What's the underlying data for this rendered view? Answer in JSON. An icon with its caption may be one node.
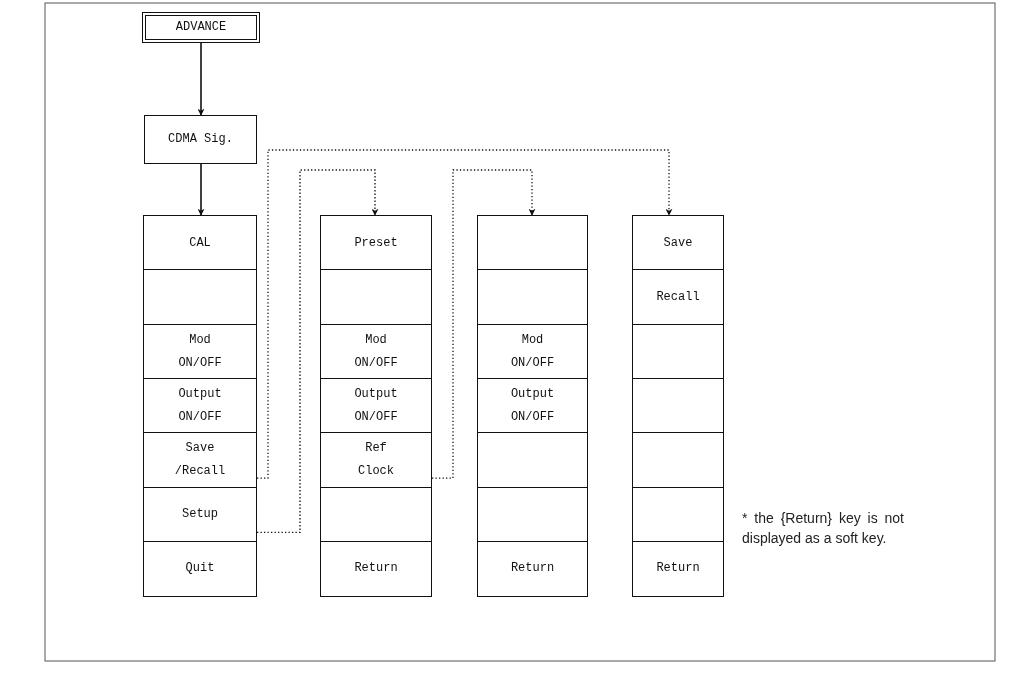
{
  "diagram": {
    "nodes": [
      {
        "text": [
          "ADVANCE"
        ]
      },
      {
        "text": [
          "CDMA Sig."
        ]
      },
      {
        "text": [
          "CAL"
        ]
      },
      {
        "text": [],
        "shape": "box"
      },
      {
        "text": [
          "Mod ON/OFF"
        ]
      },
      {
        "text": [
          "Output ON/OFF"
        ]
      },
      {
        "text": [
          "Save /Recall"
        ]
      },
      {
        "text": [
          "Setup"
        ]
      },
      {
        "text": [
          "Quit"
        ]
      },
      {
        "text": [
          "Preset"
        ]
      },
      {
        "text": [],
        "shape": "box"
      },
      {
        "text": [
          "Mod ON/OFF"
        ]
      },
      {
        "text": [
          "Output ON/OFF"
        ]
      },
      {
        "text": [
          "Ref Clock"
        ]
      },
      {
        "text": [],
        "shape": "box"
      },
      {
        "text": [
          "Return"
        ]
      },
      {
        "text": [],
        "shape": "box"
      },
      {
        "text": [],
        "shape": "box"
      },
      {
        "text": [
          "Mod ON/OFF"
        ]
      },
      {
        "text": [
          "Output ON/OFF"
        ]
      },
      {
        "text": [],
        "shape": "box"
      },
      {
        "text": [],
        "shape": "box"
      },
      {
        "text": [
          "Return"
        ]
      },
      {
        "text": [
          "Save"
        ]
      },
      {
        "text": [
          "Recall"
        ]
      },
      {
        "text": [],
        "shape": "box"
      },
      {
        "text": [],
        "shape": "box"
      },
      {
        "text": [],
        "shape": "box"
      },
      {
        "text": [],
        "shape": "box"
      },
      {
        "text": [
          "Return"
        ]
      }
    ],
    "edges": [
      {
        "from": 0,
        "to": 1,
        "arrow": "to"
      },
      {
        "from": 1,
        "to": 2,
        "arrow": "to"
      },
      {
        "from": 6,
        "to": 23,
        "arrow": "to",
        "style": "dashed"
      },
      {
        "from": 7,
        "to": 9,
        "arrow": "to",
        "style": "dashed"
      },
      {
        "from": 13,
        "to": 16,
        "arrow": "to",
        "style": "dashed"
      }
    ],
    "labels": [
      "* the {Return} key is not displayed as a soft key."
    ]
  }
}
